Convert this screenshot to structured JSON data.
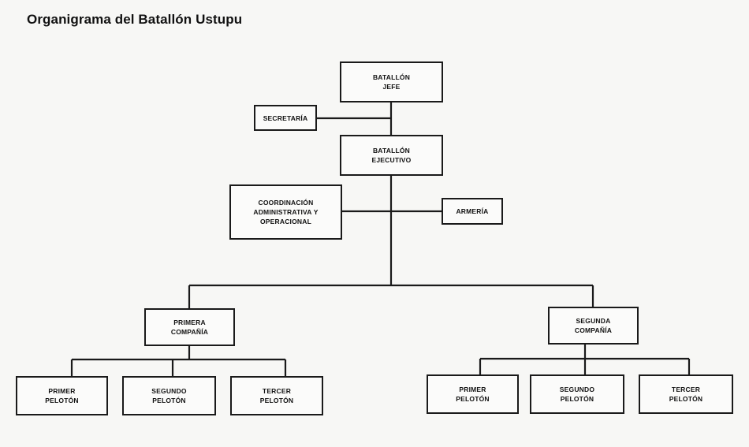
{
  "title": "Organigrama del Batallón Ustupu",
  "nodes": {
    "jefe": [
      "BATALLÓN",
      "JEFE"
    ],
    "secretaria": [
      "SECRETARÍA"
    ],
    "ejecutivo": [
      "BATALLÓN",
      "EJECUTIVO"
    ],
    "coordinacion": [
      "COORDINACIÓN",
      "ADMINISTRATIVA Y",
      "OPERACIONAL"
    ],
    "armeria": [
      "ARMERÍA"
    ],
    "primera_compania": [
      "PRIMERA",
      "COMPAÑÍA"
    ],
    "segunda_compania": [
      "SEGUNDA",
      "COMPAÑÍA"
    ],
    "c1_primer": [
      "PRIMER",
      "PELOTÓN"
    ],
    "c1_segundo": [
      "SEGUNDO",
      "PELOTÓN"
    ],
    "c1_tercer": [
      "TERCER",
      "PELOTÓN"
    ],
    "c2_primer": [
      "PRIMER",
      "PELOTÓN"
    ],
    "c2_segundo": [
      "SEGUNDO",
      "PELOTÓN"
    ],
    "c2_tercer": [
      "TERCER",
      "PELOTÓN"
    ]
  }
}
